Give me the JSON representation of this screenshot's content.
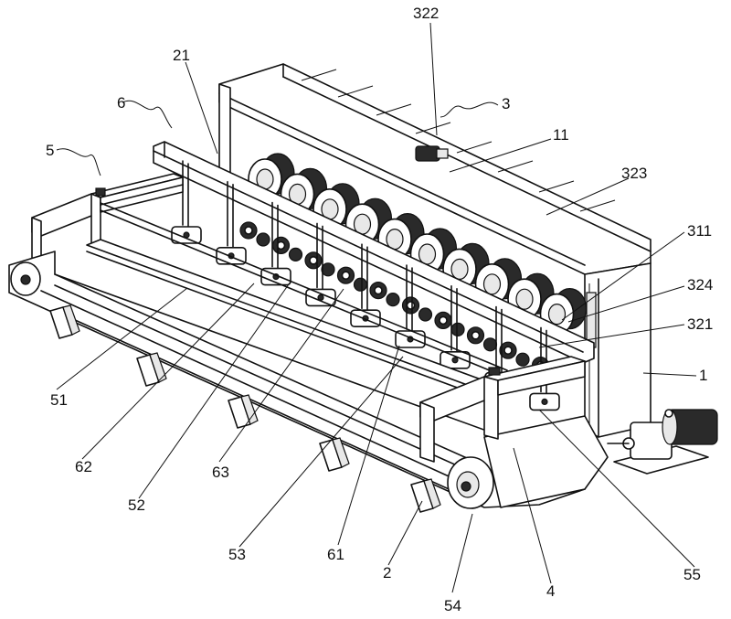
{
  "labels": {
    "l1": "1",
    "l11": "11",
    "l2": "2",
    "l21": "21",
    "l3": "3",
    "l311": "311",
    "l321": "321",
    "l322": "322",
    "l323": "323",
    "l324": "324",
    "l4": "4",
    "l5": "5",
    "l51": "51",
    "l52": "52",
    "l53": "53",
    "l54": "54",
    "l55": "55",
    "l6": "6",
    "l61": "61",
    "l62": "62",
    "l63": "63"
  }
}
